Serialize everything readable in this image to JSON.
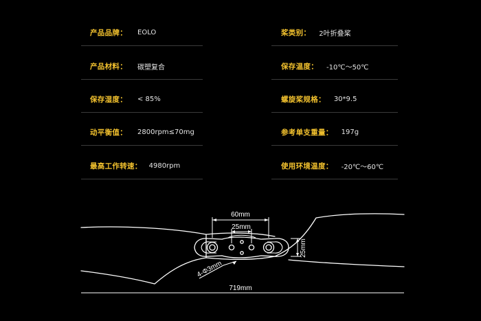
{
  "specs": {
    "left": [
      {
        "label": "产品品牌：",
        "value": "EOLO"
      },
      {
        "label": "产品材料：",
        "value": "碳塑复合"
      },
      {
        "label": "保存湿度：",
        "value": "< 85%"
      },
      {
        "label": "动平衡值：",
        "value": "2800rpm≤70mg"
      },
      {
        "label": "最高工作转速：",
        "value": "4980rpm"
      }
    ],
    "right": [
      {
        "label": "桨类别：",
        "value": "2叶折叠桨"
      },
      {
        "label": "保存温度：",
        "value": "-10℃～50℃"
      },
      {
        "label": "螺旋桨规格：",
        "value": "30*9.5"
      },
      {
        "label": "参考单支重量：",
        "value": "197g"
      },
      {
        "label": "使用环境温度：",
        "value": "-20℃～60℃"
      }
    ]
  },
  "diagram": {
    "dim_60": "60mm",
    "dim_25_h": "25mm",
    "dim_25_v": "25mm",
    "dim_hole": "4-Φ3mm",
    "dim_total": "719mm"
  }
}
